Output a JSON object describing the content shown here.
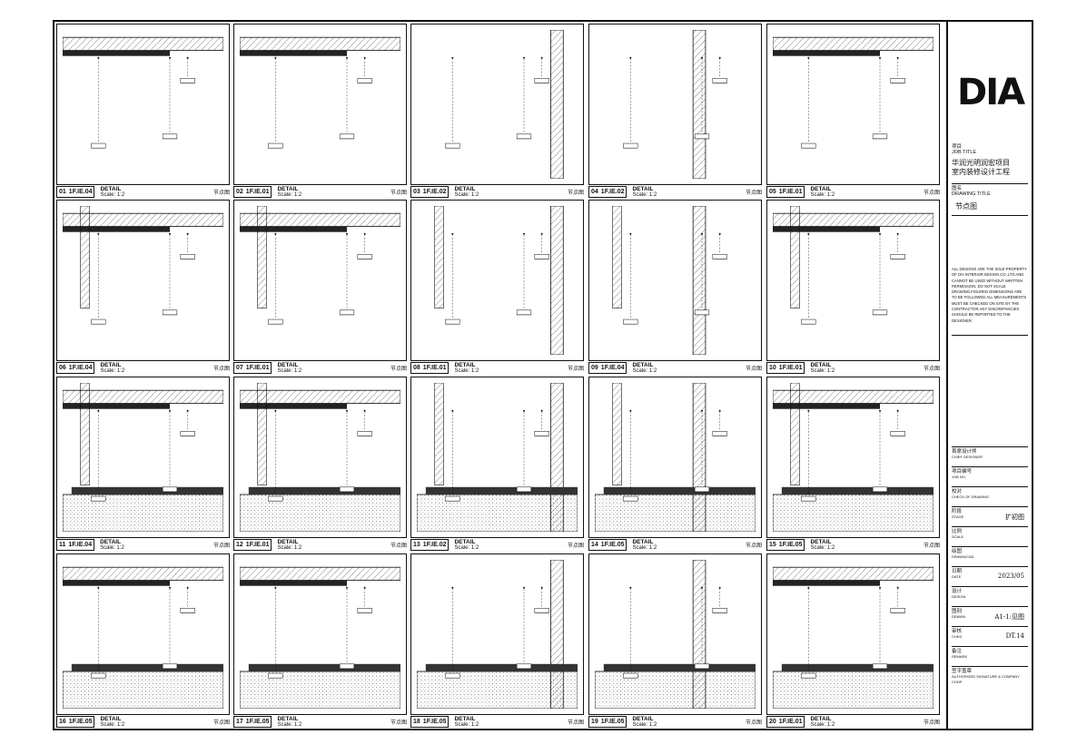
{
  "details": [
    {
      "num": "01",
      "code": "1F.IE.04"
    },
    {
      "num": "02",
      "code": "1F.IE.01"
    },
    {
      "num": "03",
      "code": "1F.IE.02"
    },
    {
      "num": "04",
      "code": "1F.IE.02"
    },
    {
      "num": "05",
      "code": "1F.IE.01"
    },
    {
      "num": "06",
      "code": "1F.IE.04"
    },
    {
      "num": "07",
      "code": "1F.IE.01"
    },
    {
      "num": "08",
      "code": "1F.IE.01"
    },
    {
      "num": "09",
      "code": "1F.IE.04"
    },
    {
      "num": "10",
      "code": "1F.IE.01"
    },
    {
      "num": "11",
      "code": "1F.IE.04"
    },
    {
      "num": "12",
      "code": "1F.IE.01"
    },
    {
      "num": "13",
      "code": "1F.IE.02"
    },
    {
      "num": "14",
      "code": "1F.IE.05"
    },
    {
      "num": "15",
      "code": "1F.IE.05"
    },
    {
      "num": "16",
      "code": "1F.IE.05"
    },
    {
      "num": "17",
      "code": "1F.IE.05"
    },
    {
      "num": "18",
      "code": "1F.IE.05"
    },
    {
      "num": "19",
      "code": "1F.IE.05"
    },
    {
      "num": "20",
      "code": "1F.IE.01"
    }
  ],
  "caption": {
    "detail": "DETAIL",
    "scale": "Scale: 1:2",
    "name": "节点图"
  },
  "titleblock": {
    "logo": "DIA",
    "job_title_cn": "项目",
    "job_title_en": "JOB TITLE",
    "project_line1": "华润光明润宏项目",
    "project_line2": "室内装修设计工程",
    "drawing_title_cn": "图名",
    "drawing_title_en": "DRAWING TITLE",
    "drawing_name": "节点图",
    "notes": "ALL DESIGNS ARE THE SOLE PROPERTY OF DIA INTERIOR DESIGN CO.,LTD AND CANNOT BE USED WITHOUT WRITTEN PERMISSION. DO NOT SCALE DRAWING.FIGURED DIMENSIONS ARE TO BE FOLLOWED.ALL MEASUREMENTS MUST BE CHECKED ON SITE BY THE CONTRACTOR.ANY DISCREPANCIES SHOULD BE REPORTED TO THE DESIGNER.",
    "rows": [
      {
        "k": "首席设计师",
        "ke": "CHIEF DESIGNER",
        "v": ""
      },
      {
        "k": "项目编号",
        "ke": "JOB NO.",
        "v": ""
      },
      {
        "k": "校对",
        "ke": "CHECK OF DRAWING",
        "v": ""
      },
      {
        "k": "阶段",
        "ke": "STAGE",
        "v": "扩初图"
      },
      {
        "k": "比例",
        "ke": "SCALE",
        "v": ""
      },
      {
        "k": "绘图",
        "ke": "DRAWN/CAD",
        "v": ""
      },
      {
        "k": "日期",
        "ke": "DATE",
        "v": "2023/05"
      },
      {
        "k": "设计",
        "ke": "DESIGN",
        "v": ""
      },
      {
        "k": "图别",
        "ke": "DRAWN",
        "v": "A1-1:见图"
      },
      {
        "k": "审核",
        "ke": "CHKD",
        "v": "DT.14"
      },
      {
        "k": "备注",
        "ke": "REMARK",
        "v": ""
      },
      {
        "k": "签字盖章",
        "ke": "AUTHORIZED SIGNATURE & COMPANY CHOP",
        "v": ""
      }
    ]
  }
}
